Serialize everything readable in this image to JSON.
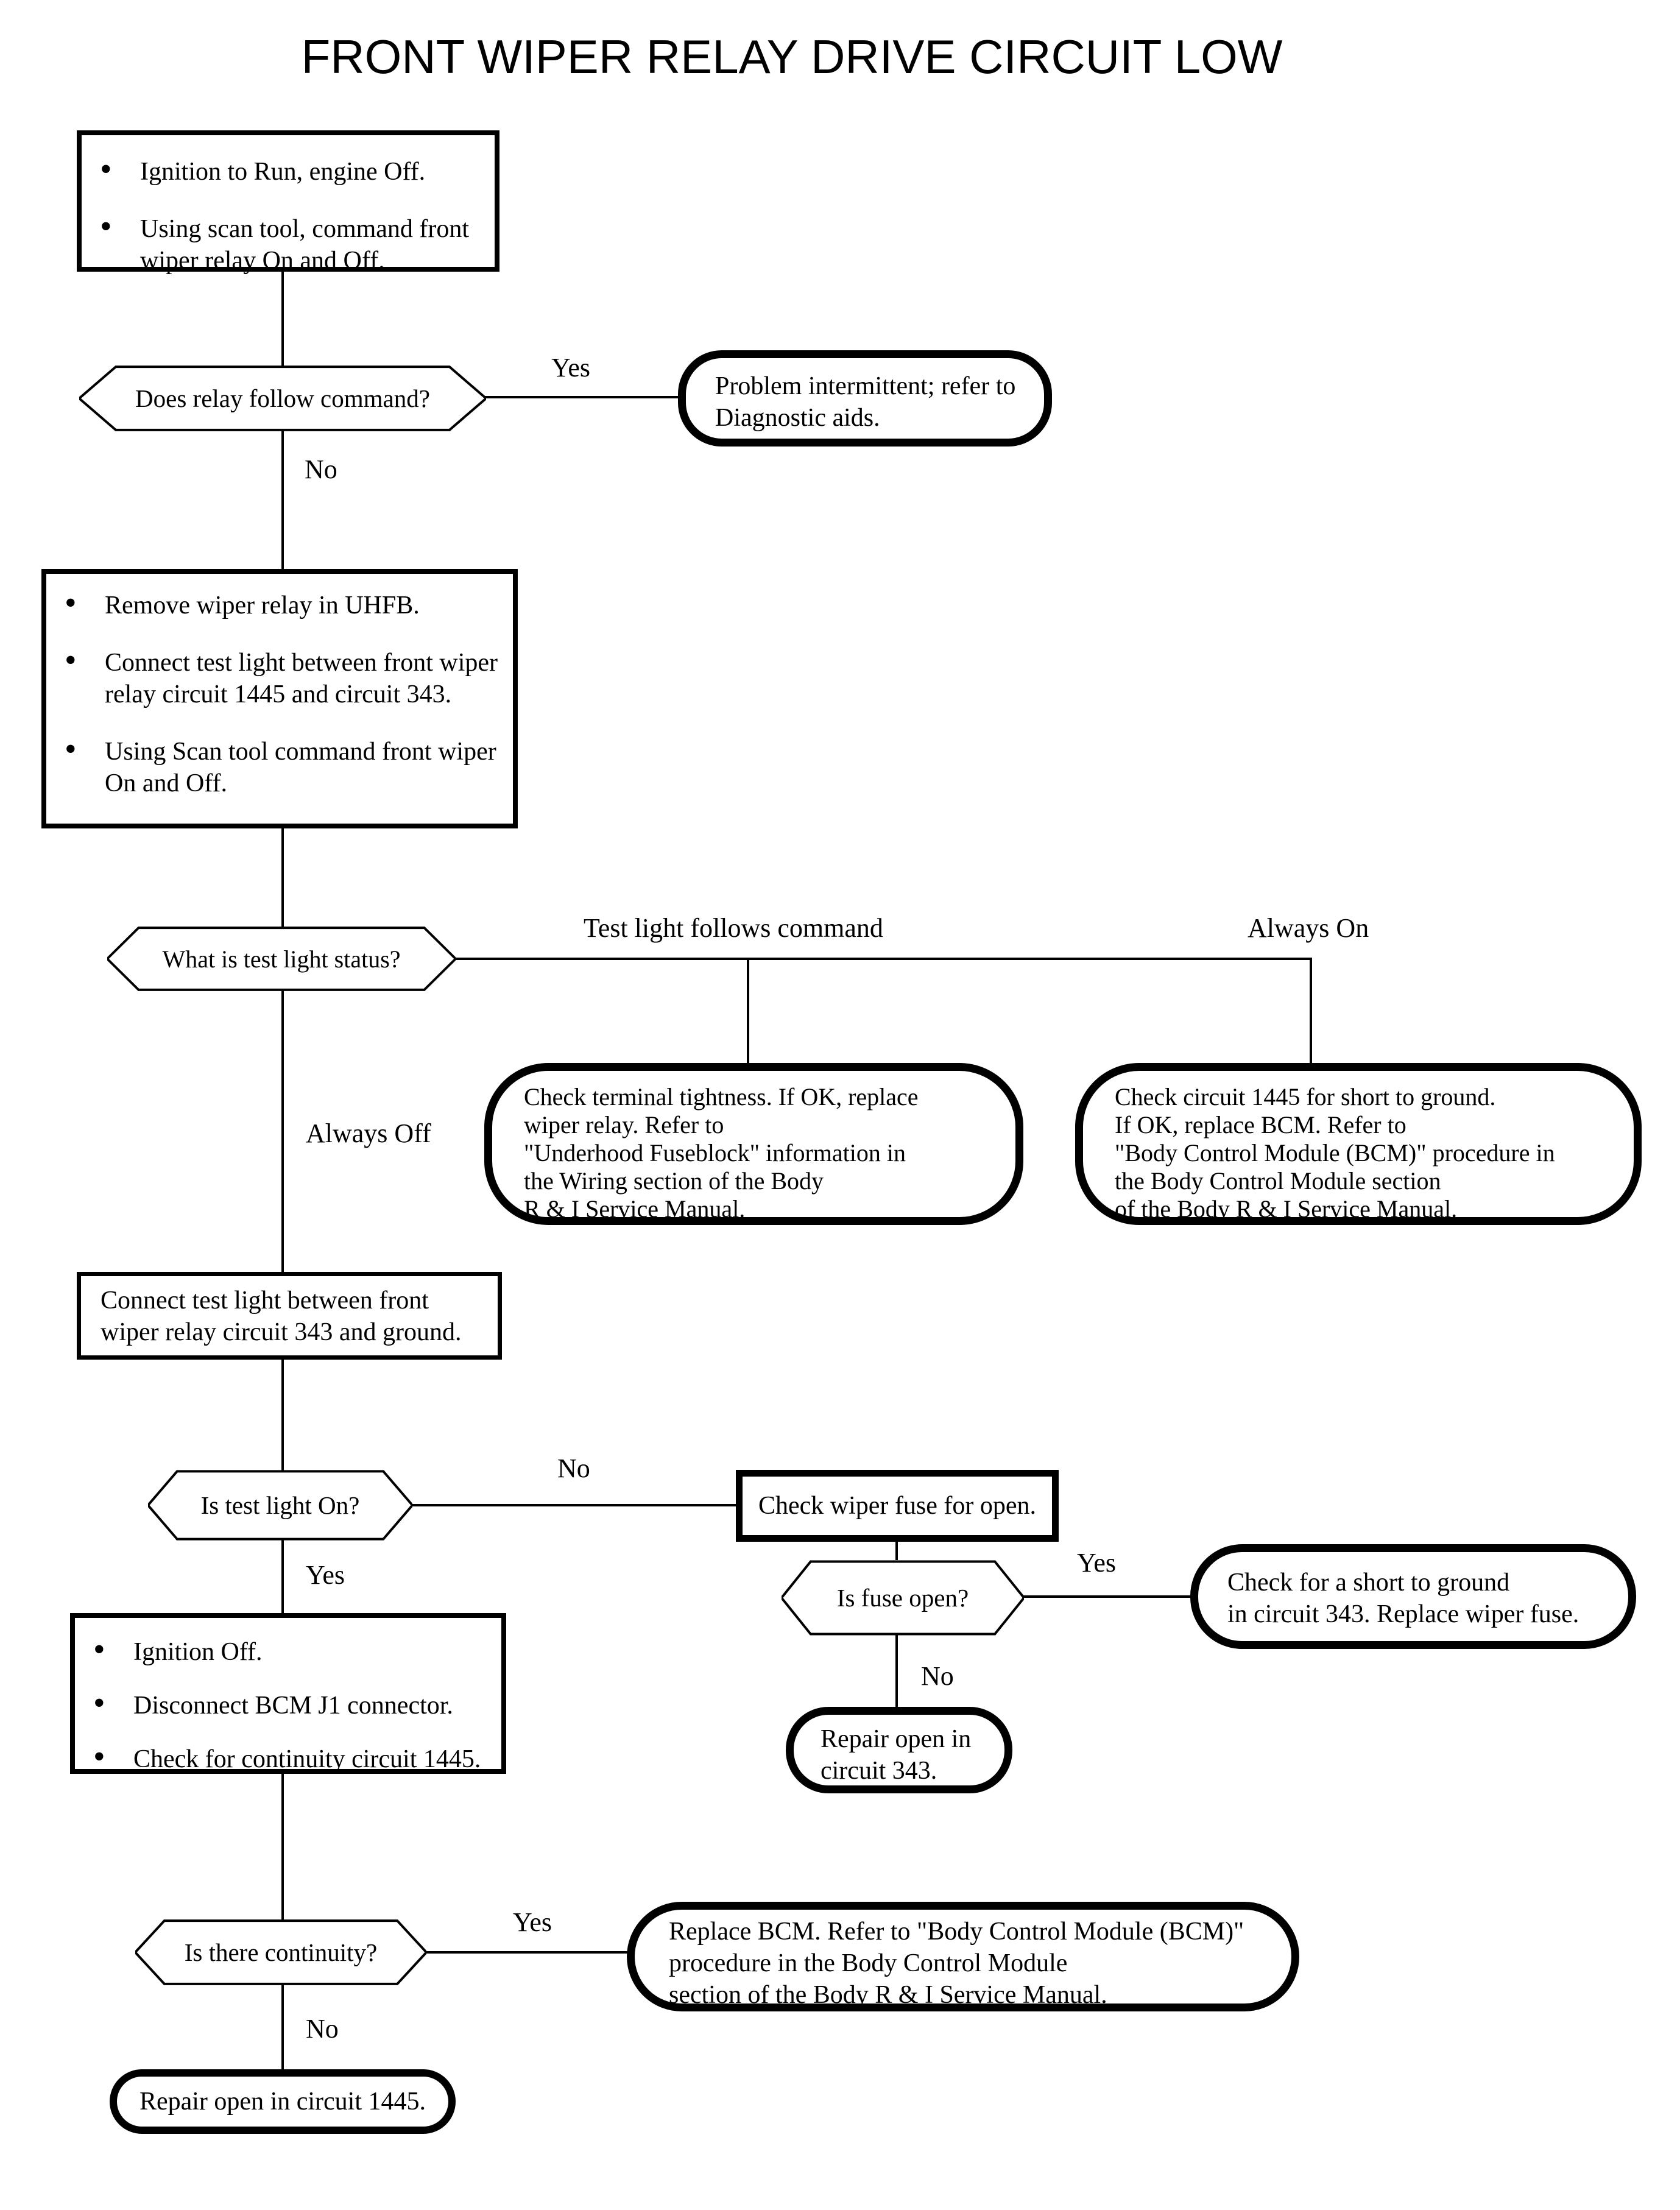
{
  "title": "FRONT WIPER RELAY DRIVE CIRCUIT LOW",
  "colors": {
    "ink": "#000000",
    "paper": "#ffffff"
  },
  "nodes": {
    "start": {
      "bullets": [
        "Ignition to Run, engine Off.",
        "Using scan tool, command front wiper relay On and Off."
      ]
    },
    "relay_follow": {
      "question": "Does relay follow command?"
    },
    "problem_intermittent": {
      "text": "Problem intermittent; refer to\nDiagnostic aids."
    },
    "setup_test_light": {
      "bullets": [
        "Remove wiper relay in UHFB.",
        "Connect test light between front wiper relay circuit 1445 and circuit 343.",
        "Using Scan tool command front wiper On and Off."
      ]
    },
    "test_light_status": {
      "question": "What is test light status?"
    },
    "check_terminal_tightness": {
      "text": "Check terminal tightness. If OK, replace\nwiper relay. Refer to\n\"Underhood Fuseblock\" information in\nthe Wiring section of the Body\nR & I Service Manual."
    },
    "check_circuit_1445_short": {
      "text": "Check circuit 1445 for short to ground.\nIf OK, replace BCM. Refer to\n\"Body Control Module (BCM)\" procedure in\nthe Body Control Module section\nof the Body R & I Service Manual."
    },
    "connect_test_light_343": {
      "text": "Connect test light between front\nwiper relay circuit 343 and ground."
    },
    "test_light_on": {
      "question": "Is test light On?"
    },
    "check_wiper_fuse": {
      "text": "Check wiper fuse for open."
    },
    "ignition_off": {
      "bullets": [
        "Ignition Off.",
        "Disconnect BCM J1 connector.",
        "Check for continuity circuit 1445."
      ]
    },
    "fuse_open": {
      "question": "Is fuse open?"
    },
    "check_short_343": {
      "text": "Check for a short to ground\nin circuit 343. Replace wiper fuse."
    },
    "repair_open_343": {
      "text": "Repair open in\ncircuit 343."
    },
    "continuity": {
      "question": "Is there continuity?"
    },
    "replace_bcm": {
      "text": "Replace BCM. Refer to \"Body Control Module (BCM)\"\nprocedure in the Body Control Module\nsection of the Body R & I Service Manual."
    },
    "repair_open_1445": {
      "text": "Repair open in circuit 1445."
    }
  },
  "edge_labels": {
    "relay_follow_yes": "Yes",
    "relay_follow_no": "No",
    "status_follows_command": "Test light follows command",
    "status_always_on": "Always On",
    "status_always_off": "Always Off",
    "test_light_on_no": "No",
    "test_light_on_yes": "Yes",
    "fuse_open_yes": "Yes",
    "fuse_open_no": "No",
    "continuity_yes": "Yes",
    "continuity_no": "No"
  }
}
